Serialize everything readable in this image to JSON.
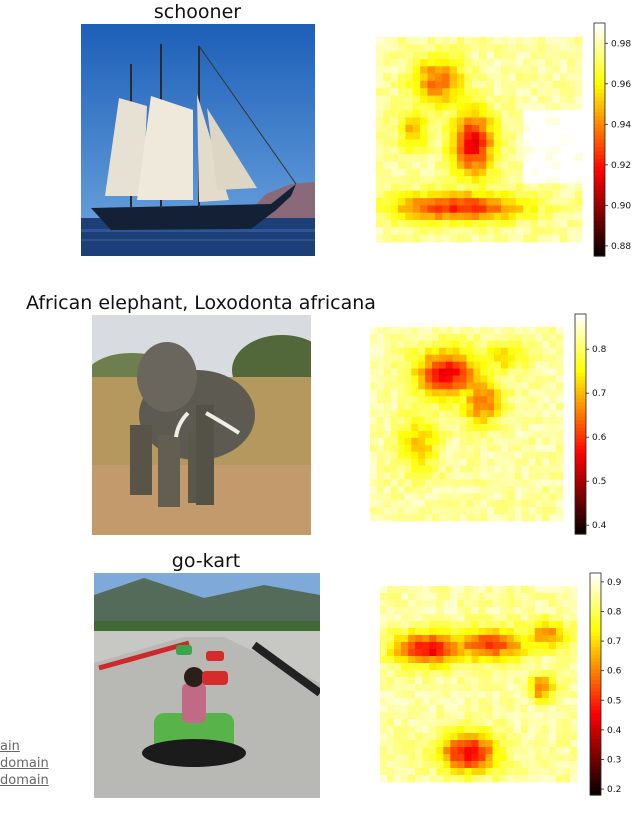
{
  "panels": [
    {
      "title": "schooner",
      "image": "schooner-photo",
      "colormap": "hot",
      "colorbar_ticks": [
        "0.98",
        "0.96",
        "0.94",
        "0.92",
        "0.90",
        "0.88"
      ],
      "colorbar_range": [
        0.875,
        0.99
      ]
    },
    {
      "title": "African elephant, Loxodonta africana",
      "image": "elephant-photo",
      "colormap": "hot",
      "colorbar_ticks": [
        "0.8",
        "0.7",
        "0.6",
        "0.5",
        "0.4"
      ],
      "colorbar_range": [
        0.38,
        0.88
      ]
    },
    {
      "title": "go-kart",
      "image": "go-kart-photo",
      "colormap": "hot",
      "colorbar_ticks": [
        "0.9",
        "0.8",
        "0.7",
        "0.6",
        "0.5",
        "0.4",
        "0.3",
        "0.2"
      ],
      "colorbar_range": [
        0.18,
        0.93
      ]
    }
  ],
  "side_links": [
    "ain",
    "domain",
    "domain"
  ],
  "chart_data": [
    {
      "type": "heatmap",
      "title": "schooner",
      "colormap": "hot",
      "grid": "approx 28x28",
      "colorbar_ticks": [
        0.98,
        0.96,
        0.94,
        0.92,
        0.9,
        0.88
      ],
      "value_range": [
        0.875,
        0.99
      ],
      "hotspots": "dark region at center, dark band along bottom"
    },
    {
      "type": "heatmap",
      "title": "African elephant, Loxodonta africana",
      "colormap": "hot",
      "grid": "approx 28x28",
      "colorbar_ticks": [
        0.8,
        0.7,
        0.6,
        0.5,
        0.4
      ],
      "value_range": [
        0.38,
        0.88
      ],
      "hotspots": "dark region upper-center"
    },
    {
      "type": "heatmap",
      "title": "go-kart",
      "colormap": "hot",
      "grid": "approx 28x28",
      "colorbar_ticks": [
        0.9,
        0.8,
        0.7,
        0.6,
        0.5,
        0.4,
        0.3,
        0.2
      ],
      "value_range": [
        0.18,
        0.93
      ],
      "hotspots": "dark band upper area, dark region bottom-center"
    }
  ]
}
